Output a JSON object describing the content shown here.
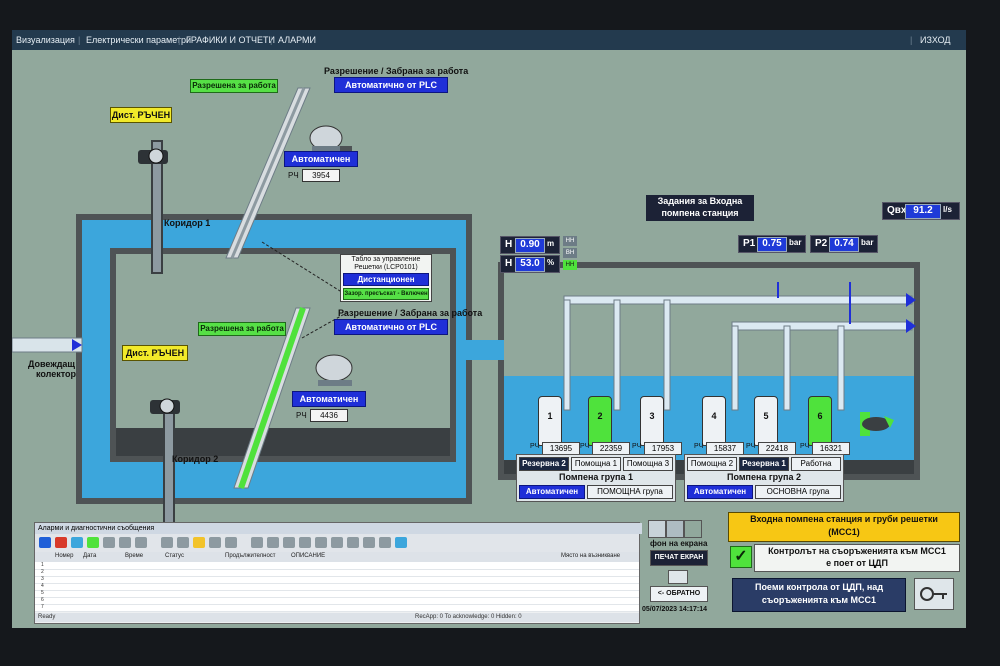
{
  "menu": {
    "visualization": "Визуализация",
    "electrical": "Електрически параметри",
    "graphs": "ГРАФИКИ И ОТЧЕТИ",
    "alarms": "АЛАРМИ",
    "exit": "ИЗХОД"
  },
  "screens": {
    "top": {
      "permit_label": "Разрешение / Забрана за работа",
      "plc_button": "Автоматично от PLC",
      "allowed_badge": "Разрешена за работа",
      "mode_button": "Автоматичен",
      "rch_label": "РЧ",
      "rch_value": "3954"
    },
    "bottom": {
      "permit_label": "Разрешение / Забрана за работа",
      "plc_button": "Автоматично от PLC",
      "allowed_badge": "Разрешена за работа",
      "mode_button": "Автоматичен",
      "rch_label": "РЧ",
      "rch_value": "4436"
    }
  },
  "gates": {
    "top_badge": "Дист. РЪЧЕН",
    "bottom_badge": "Дист. РЪЧЕН"
  },
  "corridors": {
    "c1": "Коридор 1",
    "c2": "Коридор 2"
  },
  "inlet": {
    "line1": "Довеждащ",
    "line2": "колектор"
  },
  "control_panel": {
    "title1": "Табло за управление",
    "title2": "Решетки (LCP0101)",
    "remote": "Дистанционен",
    "status": "Зазор. пресъскат - Включен"
  },
  "station_title": {
    "line1": "Задания за Входна",
    "line2": "помпена станция"
  },
  "flow": {
    "label": "Qвх.",
    "value": "91.2",
    "unit": "l/s"
  },
  "level_h1": {
    "label": "H",
    "value": "0.90",
    "unit": "m"
  },
  "level_h2": {
    "label": "H",
    "value": "53.0",
    "unit": "%"
  },
  "alarms_small": [
    "НН",
    "ВН",
    "НН"
  ],
  "pressure": {
    "p1": {
      "label": "P1",
      "value": "0.75",
      "unit": "bar"
    },
    "p2": {
      "label": "P2",
      "value": "0.74",
      "unit": "bar"
    }
  },
  "pumps": [
    {
      "num": "1",
      "rch": "РЧ",
      "hours": "13695",
      "running": false
    },
    {
      "num": "2",
      "rch": "РЧ",
      "hours": "22359",
      "running": true
    },
    {
      "num": "3",
      "rch": "РЧ",
      "hours": "17953",
      "running": false
    },
    {
      "num": "4",
      "rch": "РЧ",
      "hours": "15837",
      "running": false
    },
    {
      "num": "5",
      "rch": "РЧ",
      "hours": "22418",
      "running": false
    },
    {
      "num": "6",
      "rch": "РЧ",
      "hours": "16321",
      "running": true
    }
  ],
  "group1": {
    "tabs": [
      "Резервна 2",
      "Помощна 1",
      "Помощна 3"
    ],
    "title": "Помпена група 1",
    "mode": "Автоматичен",
    "role": "ПОМОЩНА група"
  },
  "group2": {
    "tabs": [
      "Помощна 2",
      "Резервна 1",
      "Работна"
    ],
    "title": "Помпена група 2",
    "mode": "Автоматичен",
    "role": "ОСНОВНА група"
  },
  "events": {
    "title": "Аларми и диагностични съобщения",
    "columns": [
      "Номер",
      "Дата",
      "Време",
      "Статус",
      "Продължителност",
      "ОПИСАНИЕ",
      "Място на възникване"
    ],
    "rows": [
      "1",
      "2",
      "3",
      "4",
      "5",
      "6",
      "7"
    ],
    "status_left": "Ready",
    "status_right": "RecApp: 0   To acknowledge: 0   Hidden: 0"
  },
  "screen_bg": {
    "label": "фон на екрана"
  },
  "print_button": "ПЕЧАТ ЕКРАН",
  "back_button": "<- ОБРАТНО",
  "datetime": "05/07/2023 14:17:14",
  "station_banner": {
    "line1": "Входна помпена станция и груби решетки",
    "line2": "(МСС1)"
  },
  "control_status": {
    "line1": "Контролът на съоръженията към МСС1",
    "line2": "е поет от ЦДП"
  },
  "take_control": {
    "line1": "Поеми контрола от ЦДП, над",
    "line2": "съоръженията към МСС1"
  },
  "colors": {
    "screen_bg": "#91a89c",
    "water": "#3ca6dc",
    "running": "#4fe23c",
    "accent_blue": "#1f2fd8",
    "banner_yellow": "#f7c714"
  }
}
